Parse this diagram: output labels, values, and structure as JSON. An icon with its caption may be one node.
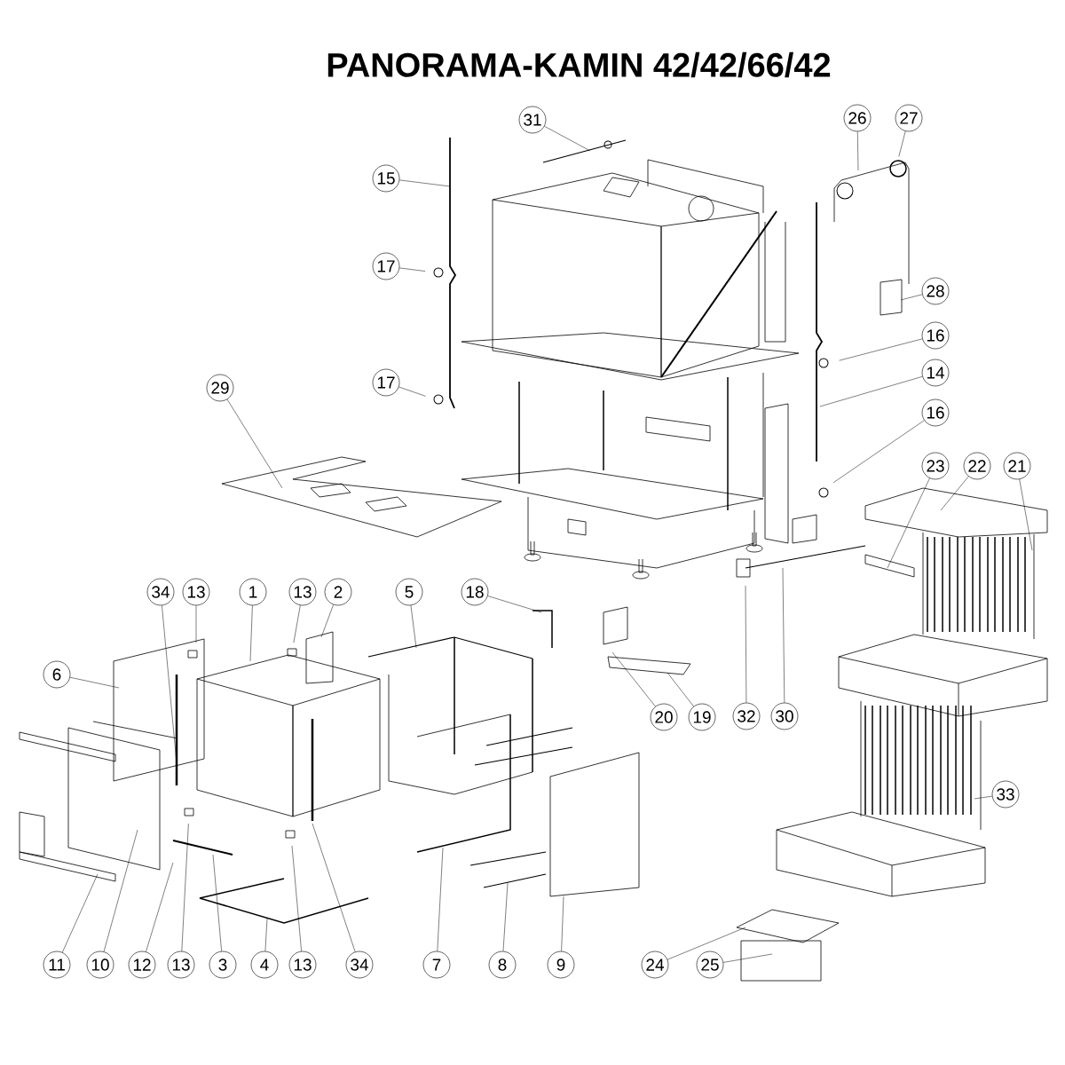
{
  "diagram": {
    "title": "PANORAMA-KAMIN 42/42/66/42",
    "nodes": [
      {
        "text": [
          "31"
        ]
      },
      {
        "text": [
          "26"
        ]
      },
      {
        "text": [
          "27"
        ]
      },
      {
        "text": [
          "15"
        ]
      },
      {
        "text": [
          "17"
        ]
      },
      {
        "text": [
          "28"
        ]
      },
      {
        "text": [
          "16"
        ]
      },
      {
        "text": [
          "14"
        ]
      },
      {
        "text": [
          "29"
        ]
      },
      {
        "text": [
          "17"
        ]
      },
      {
        "text": [
          "16"
        ]
      },
      {
        "text": [
          "23"
        ]
      },
      {
        "text": [
          "22"
        ]
      },
      {
        "text": [
          "21"
        ]
      },
      {
        "text": [
          "34"
        ]
      },
      {
        "text": [
          "13"
        ]
      },
      {
        "text": [
          "1"
        ]
      },
      {
        "text": [
          "13"
        ]
      },
      {
        "text": [
          "2"
        ]
      },
      {
        "text": [
          "5"
        ]
      },
      {
        "text": [
          "18"
        ]
      },
      {
        "text": [
          "6"
        ]
      },
      {
        "text": [
          "20"
        ]
      },
      {
        "text": [
          "19"
        ]
      },
      {
        "text": [
          "32"
        ]
      },
      {
        "text": [
          "30"
        ]
      },
      {
        "text": [
          "33"
        ]
      },
      {
        "text": [
          "11"
        ]
      },
      {
        "text": [
          "10"
        ]
      },
      {
        "text": [
          "12"
        ]
      },
      {
        "text": [
          "13"
        ]
      },
      {
        "text": [
          "3"
        ]
      },
      {
        "text": [
          "4"
        ]
      },
      {
        "text": [
          "13"
        ]
      },
      {
        "text": [
          "34"
        ]
      },
      {
        "text": [
          "7"
        ]
      },
      {
        "text": [
          "8"
        ]
      },
      {
        "text": [
          "9"
        ]
      },
      {
        "text": [
          "24"
        ]
      },
      {
        "text": [
          "25"
        ]
      }
    ],
    "edges": [
      {
        "from": 0,
        "to": null,
        "arrow": "none"
      },
      {
        "from": 1,
        "to": null,
        "arrow": "none"
      },
      {
        "from": 2,
        "to": null,
        "arrow": "none"
      },
      {
        "from": 3,
        "to": null,
        "arrow": "none"
      },
      {
        "from": 4,
        "to": null,
        "arrow": "none"
      },
      {
        "from": 5,
        "to": null,
        "arrow": "none"
      },
      {
        "from": 6,
        "to": null,
        "arrow": "none"
      },
      {
        "from": 7,
        "to": null,
        "arrow": "none"
      },
      {
        "from": 8,
        "to": null,
        "arrow": "none"
      },
      {
        "from": 9,
        "to": null,
        "arrow": "none"
      },
      {
        "from": 10,
        "to": null,
        "arrow": "none"
      },
      {
        "from": 11,
        "to": null,
        "arrow": "none"
      },
      {
        "from": 12,
        "to": null,
        "arrow": "none"
      },
      {
        "from": 13,
        "to": null,
        "arrow": "none"
      },
      {
        "from": 14,
        "to": null,
        "arrow": "none"
      },
      {
        "from": 15,
        "to": null,
        "arrow": "none"
      },
      {
        "from": 16,
        "to": null,
        "arrow": "none"
      },
      {
        "from": 17,
        "to": null,
        "arrow": "none"
      },
      {
        "from": 18,
        "to": null,
        "arrow": "none"
      },
      {
        "from": 19,
        "to": null,
        "arrow": "none"
      },
      {
        "from": 20,
        "to": null,
        "arrow": "none"
      },
      {
        "from": 21,
        "to": null,
        "arrow": "none"
      },
      {
        "from": 22,
        "to": null,
        "arrow": "none"
      },
      {
        "from": 23,
        "to": null,
        "arrow": "none"
      },
      {
        "from": 24,
        "to": null,
        "arrow": "none"
      },
      {
        "from": 25,
        "to": null,
        "arrow": "none"
      },
      {
        "from": 26,
        "to": null,
        "arrow": "none"
      },
      {
        "from": 27,
        "to": null,
        "arrow": "none"
      },
      {
        "from": 28,
        "to": null,
        "arrow": "none"
      },
      {
        "from": 29,
        "to": null,
        "arrow": "none"
      },
      {
        "from": 30,
        "to": null,
        "arrow": "none"
      },
      {
        "from": 31,
        "to": null,
        "arrow": "none"
      },
      {
        "from": 32,
        "to": null,
        "arrow": "none"
      },
      {
        "from": 33,
        "to": null,
        "arrow": "none"
      },
      {
        "from": 34,
        "to": null,
        "arrow": "none"
      },
      {
        "from": 35,
        "to": null,
        "arrow": "none"
      },
      {
        "from": 36,
        "to": null,
        "arrow": "none"
      },
      {
        "from": 37,
        "to": null,
        "arrow": "none"
      },
      {
        "from": 38,
        "to": null,
        "arrow": "none"
      },
      {
        "from": 39,
        "to": null,
        "arrow": "none"
      }
    ]
  }
}
